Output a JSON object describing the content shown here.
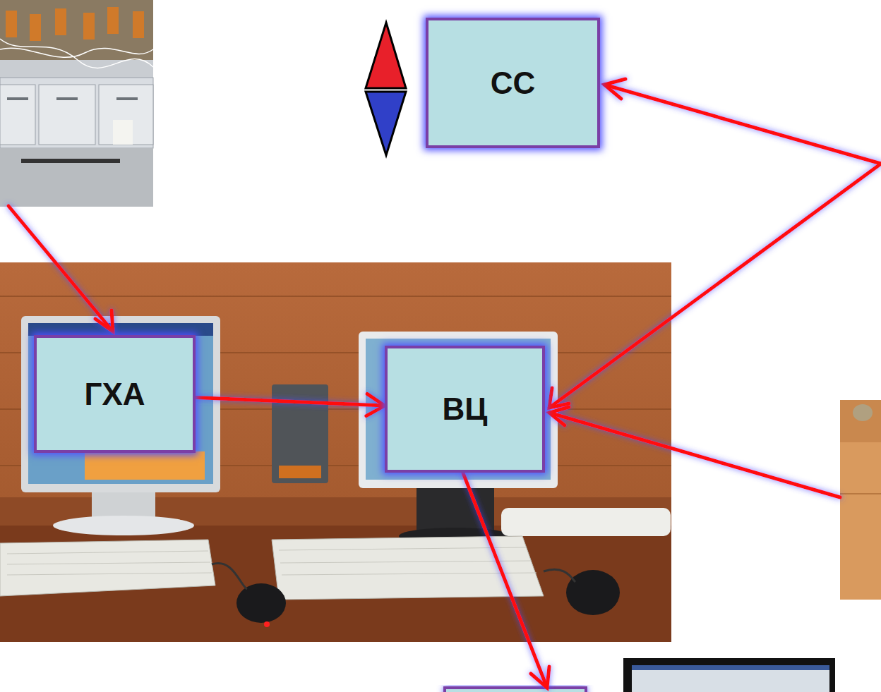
{
  "diagram": {
    "nodes": [
      {
        "text": [
          "СС"
        ]
      },
      {
        "text": [
          "ГХА"
        ]
      },
      {
        "text": [
          "ВЦ"
        ]
      }
    ],
    "edges": [
      {
        "from": 1,
        "to": 2,
        "arrow": "to"
      }
    ]
  }
}
